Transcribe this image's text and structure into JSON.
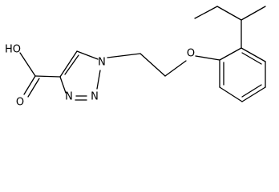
{
  "atoms": {
    "hydroxyl": "HO",
    "carbonyl_oxygen": "O",
    "n1": "N",
    "n2": "N",
    "n3": "N",
    "ether_oxygen": "O"
  }
}
